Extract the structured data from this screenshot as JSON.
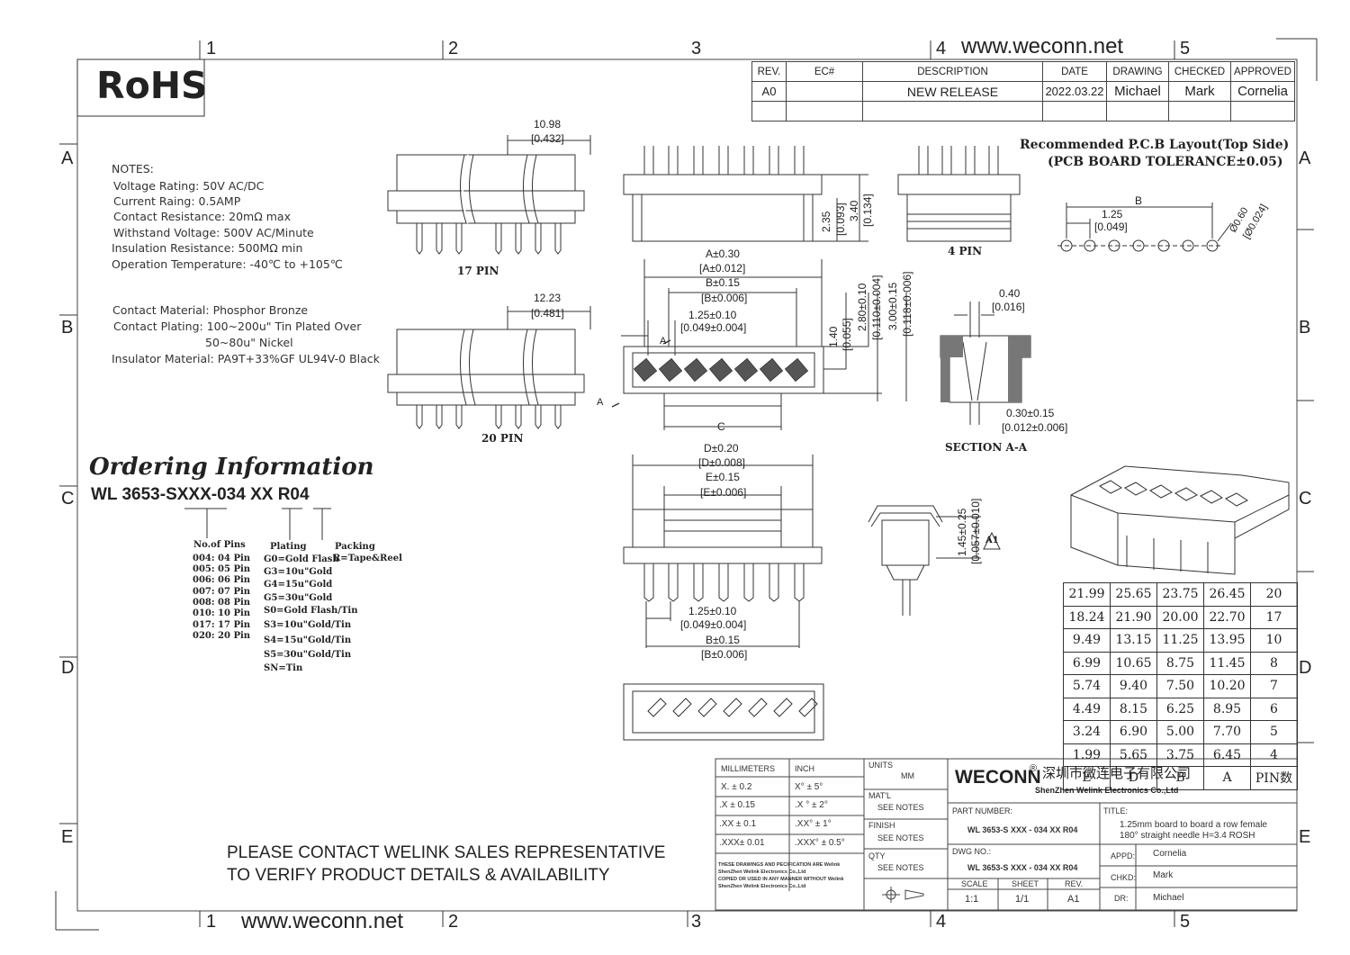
{
  "site": "www.weconn.net",
  "rohs": "RoHS",
  "border": {
    "columns": [
      "1",
      "2",
      "3",
      "4",
      "5"
    ],
    "rows": [
      "A",
      "B",
      "C",
      "D",
      "E"
    ]
  },
  "revision": {
    "headers": [
      "REV.",
      "EC#",
      "DESCRIPTION",
      "DATE",
      "DRAWING",
      "CHECKED",
      "APPROVED"
    ],
    "row": [
      "A0",
      "",
      "NEW RELEASE",
      "2022.03.22",
      "Michael",
      "Mark",
      "Cornelia"
    ]
  },
  "notes": {
    "heading": "NOTES:",
    "lines": [
      "Voltage Rating: 50V AC/DC",
      "Current Raing: 0.5AMP",
      "Contact Resistance: 20mΩ max",
      "Withstand Voltage: 500V AC/Minute",
      "Insulation Resistance: 500MΩ min",
      "Operation Temperature: -40℃ to +105℃"
    ],
    "materials": [
      "Contact Material: Phosphor Bronze",
      "Contact Plating: 100~200u\" Tin Plated Over",
      "50~80u\" Nickel",
      "Insulator Material: PA9T+33%GF UL94V-0 Black"
    ]
  },
  "ordering": {
    "title": "Ordering Information",
    "part_number": "WL 3653-SXXX-034 XX R04",
    "pins_heading": "No.of Pins",
    "pins": [
      "004: 04 Pin",
      "005: 05 Pin",
      "006: 06 Pin",
      "007: 07 Pin",
      "008: 08 Pin",
      "010: 10 Pin",
      "017: 17 Pin",
      "020: 20 Pin"
    ],
    "plating_heading": "Plating",
    "plating": [
      "G0=Gold Flash",
      "G3=10u\"Gold",
      "G4=15u\"Gold",
      "G5=30u\"Gold",
      "S0=Gold Flash/Tin",
      "S3=10u\"Gold/Tin",
      "S4=15u\"Gold/Tin",
      "S5=30u\"Gold/Tin",
      "SN=Tin"
    ],
    "packing_heading": "Packing",
    "packing": "R=Tape&Reel"
  },
  "views": {
    "pin17_label": "17 PIN",
    "pin20_label": "20 PIN",
    "pin4_label": "4 PIN",
    "dim_1098": "10.98",
    "dim_0432": "[0.432]",
    "dim_1223": "12.23",
    "dim_0481": "[0.481]",
    "dim_235": "2.35",
    "dim_0093": "[0.093]",
    "dim_340": "3.40",
    "dim_0134": "[0.134]",
    "dim_A": "A±0.30",
    "dim_A_in": "[A±0.012]",
    "dim_B": "B±0.15",
    "dim_B_in": "[B±0.006]",
    "dim_pitch": "1.25±0.10",
    "dim_pitch_in": "[0.049±0.004]",
    "dim_140": "1.40",
    "dim_0055": "[0.055]",
    "dim_280": "2.80±0.10",
    "dim_0110": "[0.110±0.004]",
    "dim_300": "3.00±0.15",
    "dim_0118": "[0.118±0.006]",
    "dim_C": "C",
    "sec_a": "A",
    "dim_040": "0.40",
    "dim_0016": "[0.016]",
    "dim_030": "0.30±0.15",
    "dim_0012": "[0.012±0.006]",
    "section_label": "SECTION A-A",
    "dim_D": "D±0.20",
    "dim_D_in": "[D±0.008]",
    "dim_E": "E±0.15",
    "dim_E_in": "[E±0.006]",
    "dim_145": "1.45±0.25",
    "dim_0057": "[0.057±0.010]",
    "a1_mark": "A1",
    "pcb_title": "Recommended P.C.B Layout(Top Side)",
    "pcb_tol": "(PCB BOARD TOLERANCE±0.05)",
    "pcb_B": "B",
    "pcb_pitch": "1.25",
    "pcb_pitch_in": "[0.049]",
    "pcb_hole": "Ø0.60",
    "pcb_hole_in": "[Ø0.024]"
  },
  "dims_table": {
    "rows": [
      [
        "21.99",
        "25.65",
        "23.75",
        "26.45",
        "20"
      ],
      [
        "18.24",
        "21.90",
        "20.00",
        "22.70",
        "17"
      ],
      [
        "9.49",
        "13.15",
        "11.25",
        "13.95",
        "10"
      ],
      [
        "6.99",
        "10.65",
        "8.75",
        "11.45",
        "8"
      ],
      [
        "5.74",
        "9.40",
        "7.50",
        "10.20",
        "7"
      ],
      [
        "4.49",
        "8.15",
        "6.25",
        "8.95",
        "6"
      ],
      [
        "3.24",
        "6.90",
        "5.00",
        "7.70",
        "5"
      ],
      [
        "1.99",
        "5.65",
        "3.75",
        "6.45",
        "4"
      ]
    ],
    "headers": [
      "E",
      "D",
      "B",
      "A",
      "PIN数"
    ]
  },
  "contact_notice": [
    "PLEASE CONTACT WELINK SALES REPRESENTATIVE",
    "TO VERIFY PRODUCT DETAILS & AVAILABILITY"
  ],
  "title_block": {
    "mm_head": "MILLIMETERS",
    "inch_head": "INCH",
    "mm_tol": [
      "X.  ±  0.2",
      ".X    ± 0.15",
      ".XX  ± 0.1",
      ".XXX± 0.01"
    ],
    "inch_tol": [
      "X°   ±  5°",
      ".X °   ± 2°",
      ".XX°   ± 1°",
      ".XXX° ± 0.5°"
    ],
    "disclaimer": [
      "THESE DRAWINGS AND PECIFICATION  ARE Welink",
      "ShenZhen Welink Electronics Co.,Ltd",
      "COPIED OR USED IN ANY MANNER WITHOUT Welink",
      "ShenZhen Welink Electronics Co.,Ltd"
    ],
    "units_label": "UNITS",
    "units_value": "MM",
    "matl_label": "MAT'L",
    "matl_value": "SEE NOTES",
    "finish_label": "FINISH",
    "finish_value": "SEE NOTES",
    "qty_label": "QTY",
    "qty_value": "SEE NOTES",
    "brand": "WECONN",
    "reg": "®",
    "company_cn": "深圳市微连电子有限公司",
    "company_en": "ShenZhen Welink Electronics Co.,Ltd",
    "part_label": "PART NUMBER:",
    "part_value": "WL 3653-S XXX - 034 XX R04",
    "title_label": "TITLE:",
    "title_value": [
      "1.25mm board to board a row female",
      "180° straight needle H=3.4 ROSH"
    ],
    "dwg_label": "DWG NO.:",
    "dwg_value": "WL 3653-S XXX - 034 XX R04",
    "scale_label": "SCALE",
    "scale_value": "1:1",
    "sheet_label": "SHEET",
    "sheet_value": "1/1",
    "rev_label": "REV.",
    "rev_value": "A1",
    "appd_label": "APPD:",
    "appd_value": "Cornelia",
    "chkd_label": "CHKD:",
    "chkd_value": "Mark",
    "dr_label": "DR:",
    "dr_value": "Michael"
  }
}
